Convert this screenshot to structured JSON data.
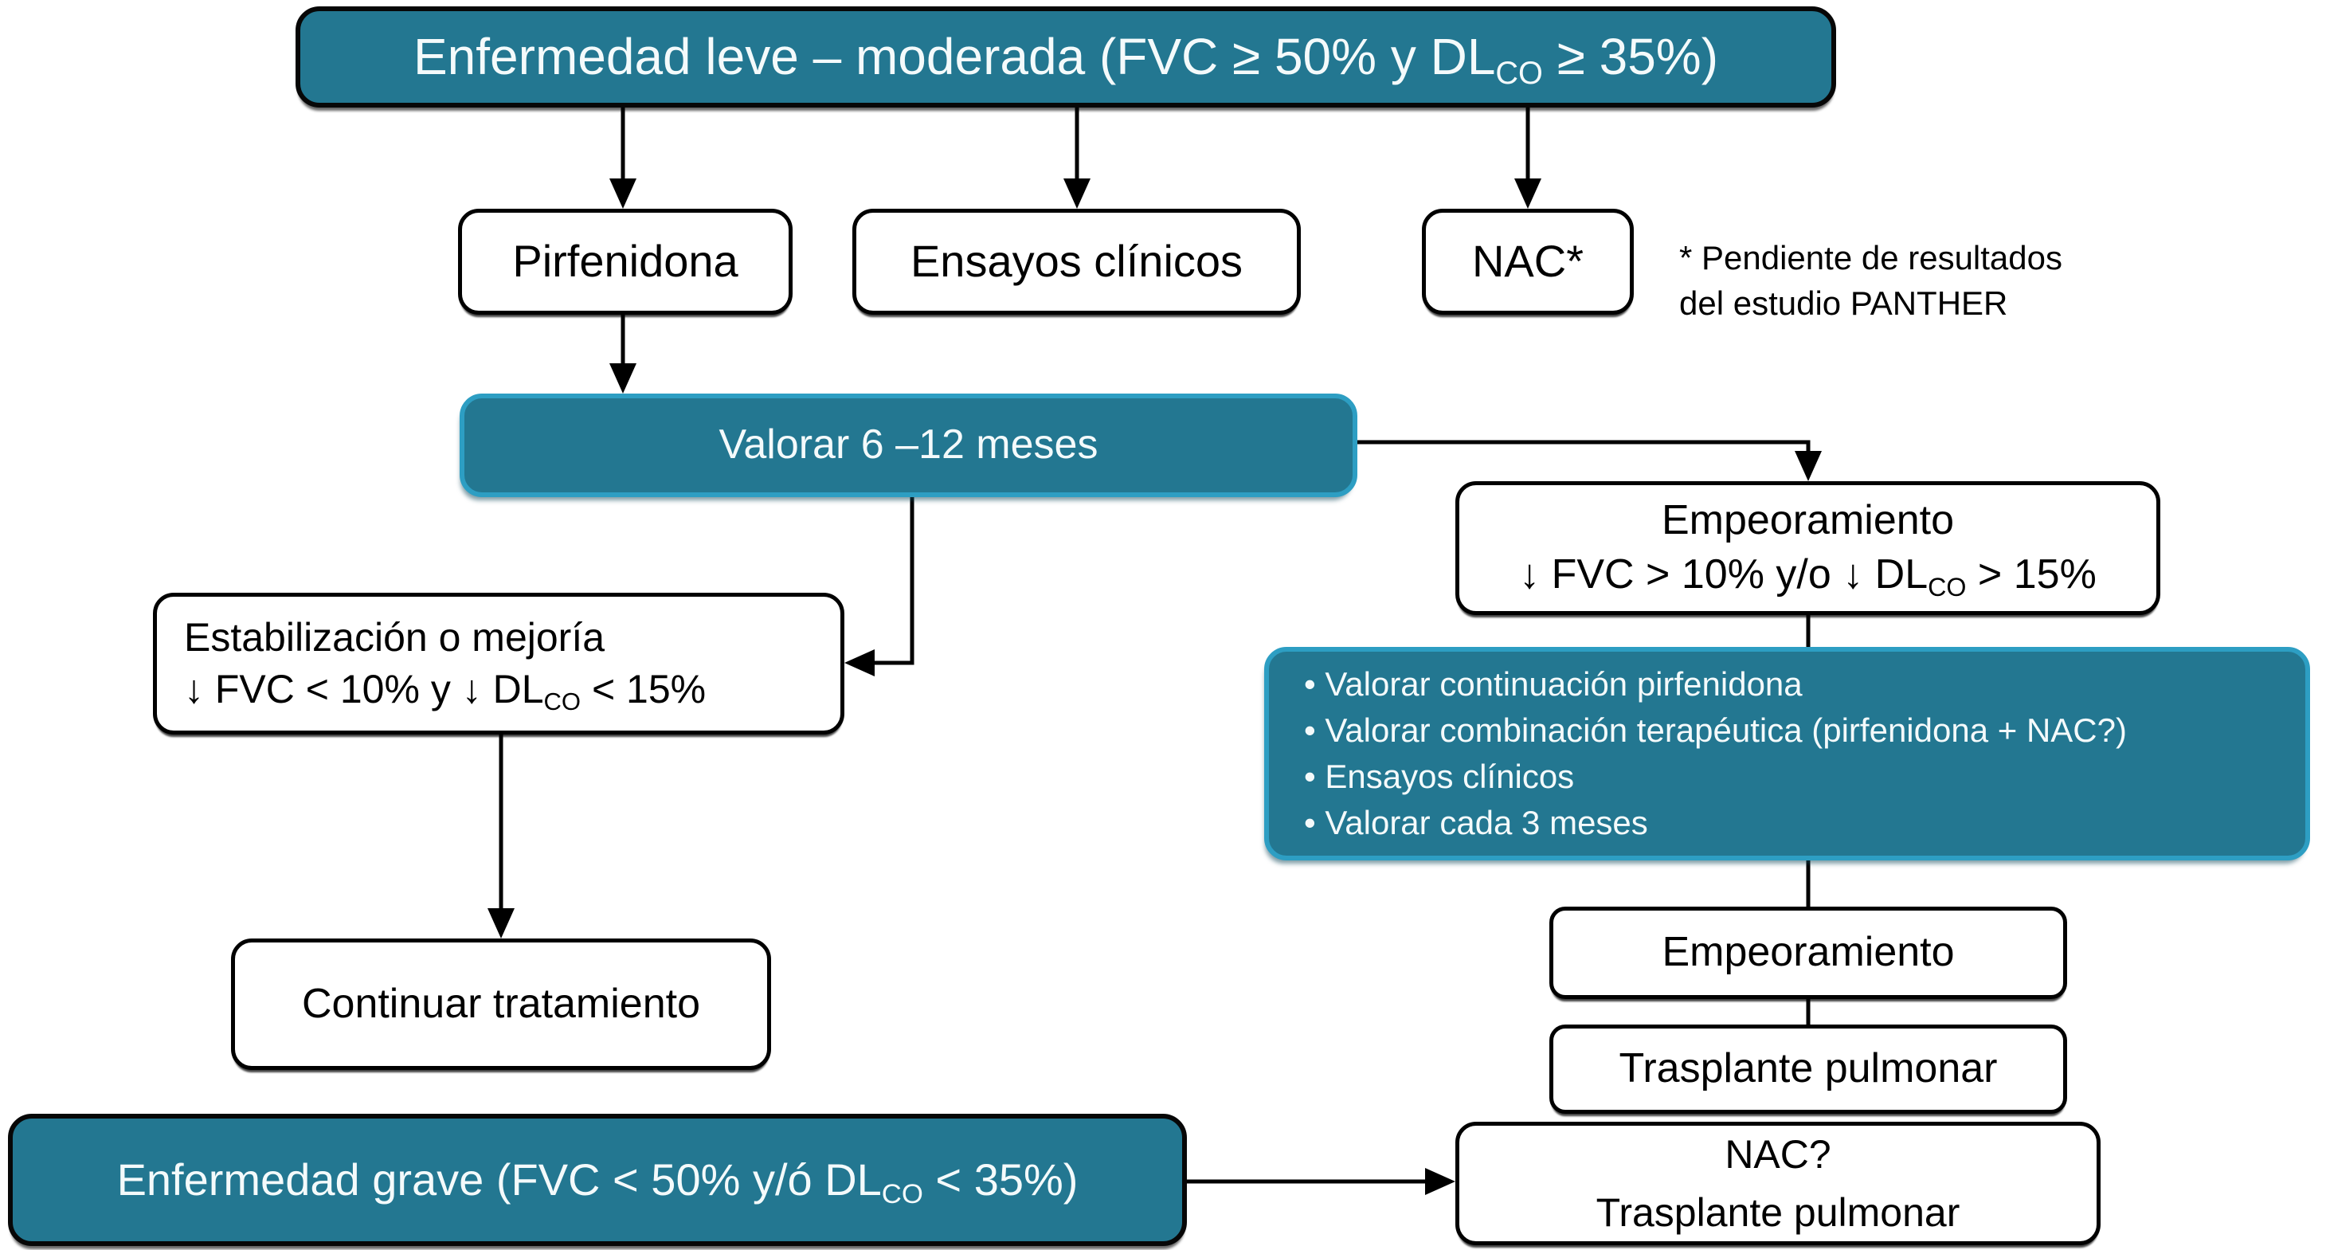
{
  "palette": {
    "teal_fill": "#237791",
    "teal_light_border": "#2d9ec3",
    "node_border": "#000000",
    "node_bg": "#ffffff",
    "text_on_teal": "#f4fafb",
    "text_on_white": "#000000"
  },
  "nodes": {
    "mild": {
      "pre": "Enfermedad leve – moderada (FVC ≥ 50% y DL",
      "sub": "CO",
      "post": " ≥ 35%)"
    },
    "pirfenidona": {
      "label": "Pirfenidona"
    },
    "ensayos": {
      "label": "Ensayos clínicos"
    },
    "nac": {
      "label": "NAC*"
    },
    "footnote": {
      "line1": "* Pendiente de resultados",
      "line2": "del estudio PANTHER"
    },
    "valorar": {
      "label": "Valorar 6 –12 meses"
    },
    "empeoramiento1": {
      "title": "Empeoramiento",
      "pre": "↓ FVC > 10% y/o ↓ DL",
      "sub": "CO",
      "post": " > 15%"
    },
    "estabilizacion": {
      "title": "Estabilización o mejoría",
      "pre": "↓ FVC < 10% y ↓ DL",
      "sub": "CO",
      "post": " < 15%"
    },
    "continuar": {
      "label": "Continuar tratamiento"
    },
    "opciones": {
      "items": [
        "• Valorar continuación pirfenidona",
        "• Valorar combinación terapéutica (pirfenidona + NAC?)",
        "• Ensayos clínicos",
        "• Valorar cada 3 meses"
      ]
    },
    "empeoramiento2": {
      "label": "Empeoramiento"
    },
    "trasplante": {
      "label": "Trasplante pulmonar"
    },
    "grave": {
      "pre": "Enfermedad grave (FVC < 50% y/ó DL",
      "sub": "CO",
      "post": " < 35%)"
    },
    "nac_trasplante": {
      "line1": "NAC?",
      "line2": "Trasplante pulmonar"
    }
  }
}
